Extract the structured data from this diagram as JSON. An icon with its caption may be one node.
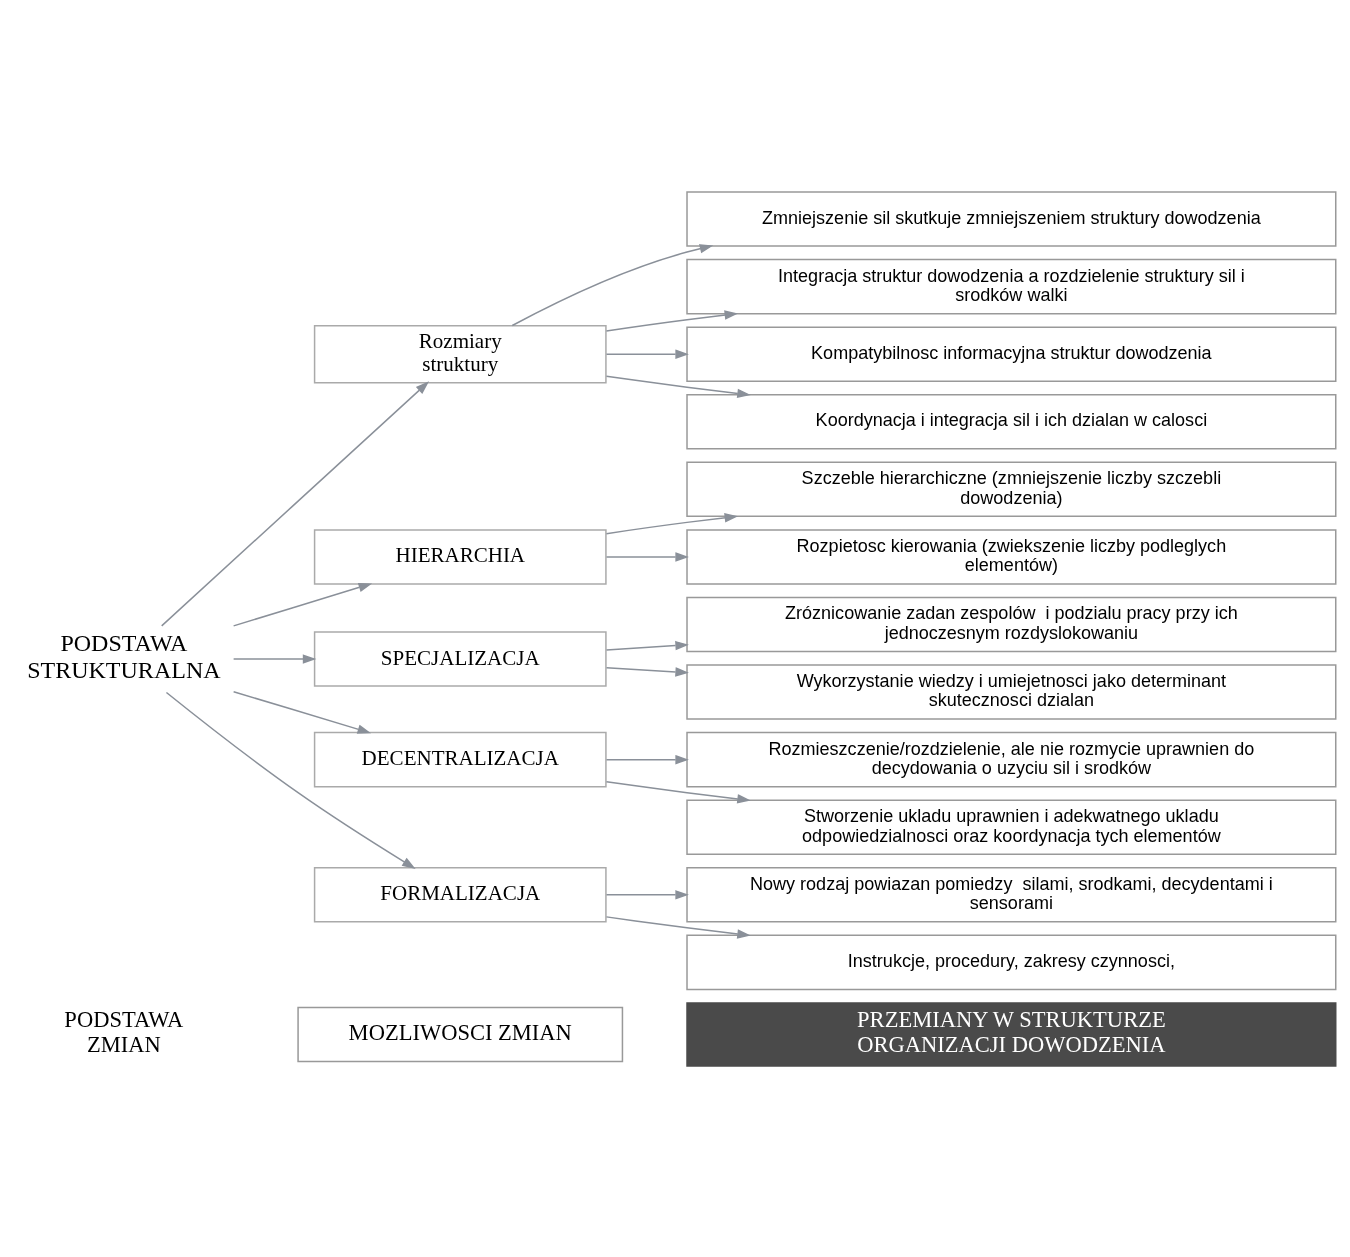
{
  "diagram": {
    "nodes": [
      {
        "text": [
          "MOZLIWOSCI ZMIAN"
        ]
      },
      {
        "text": [
          "PRZEMIANY W STRUKTURZE ORGANIZACJI DOWODZENIA"
        ]
      },
      {
        "text": [
          "PODSTAWA STRUKTURALNA"
        ]
      },
      {
        "text": [
          "Rozmiary struktury"
        ]
      },
      {
        "text": [
          "Zmniejszenie sil skutkuje zmniejszeniem struktury dowodzenia"
        ]
      },
      {
        "text": [
          "Integracja struktur dowodzenia a rozdzielenie struktury sil i srodków walki"
        ]
      },
      {
        "text": [
          "Kompatybilnosc informacyjna struktur dowodzenia"
        ]
      },
      {
        "text": [
          "Koordynacja i integracja sil i ich dzialan w calosci"
        ]
      },
      {
        "text": [
          "HIERARCHIA"
        ]
      },
      {
        "text": [
          "Szczeble hierarchiczne (zmniejszenie liczby szczebli dowodzenia)"
        ]
      },
      {
        "text": [
          "Rozpietosc kierowania (zwiekszenie liczby podleglych elementów)"
        ]
      },
      {
        "text": [
          "SPECJALIZACJA"
        ]
      },
      {
        "text": [
          "Zróznicowanie zadan zespolów  i podzialu pracy przy ich jednoczesnym rozdyslokowaniu"
        ]
      },
      {
        "text": [
          "Wykorzystanie wiedzy i umiejetnosci jako determinant skutecznosci dzialan"
        ]
      },
      {
        "text": [
          "DECENTRALIZACJA"
        ]
      },
      {
        "text": [
          "Rozmieszczenie/rozdzielenie, ale nie rozmycie uprawnien do decydowania o uzyciu sil i srodków"
        ]
      },
      {
        "text": [
          "Stworzenie ukladu uprawnien i adekwatnego ukladu odpowiedzialnosci oraz koordynacja tych elementów"
        ]
      },
      {
        "text": [
          "FORMALIZACJA"
        ]
      },
      {
        "text": [
          "Nowy rodzaj powiazan pomiedzy  silami, srodkami, decydentami i sensorami"
        ]
      },
      {
        "text": [
          "Instrukcje, procedury, zakresy czynnosci,"
        ]
      }
    ],
    "edges": [
      {
        "from": 2,
        "to": 3,
        "arrow": "to"
      },
      {
        "from": 2,
        "to": 8,
        "arrow": "to"
      },
      {
        "from": 2,
        "to": 11,
        "arrow": "to"
      },
      {
        "from": 2,
        "to": 14,
        "arrow": "to"
      },
      {
        "from": 2,
        "to": 17,
        "arrow": "to"
      },
      {
        "from": 3,
        "to": 4,
        "arrow": "to"
      },
      {
        "from": 3,
        "to": 5,
        "arrow": "to"
      },
      {
        "from": 3,
        "to": 6,
        "arrow": "to"
      },
      {
        "from": 3,
        "to": 7,
        "arrow": "to"
      },
      {
        "from": 8,
        "to": 9,
        "arrow": "to"
      },
      {
        "from": 8,
        "to": 10,
        "arrow": "to"
      },
      {
        "from": 11,
        "to": 12,
        "arrow": "to"
      },
      {
        "from": 11,
        "to": 13,
        "arrow": "to"
      },
      {
        "from": 14,
        "to": 15,
        "arrow": "to"
      },
      {
        "from": 14,
        "to": 16,
        "arrow": "to"
      },
      {
        "from": 17,
        "to": 18,
        "arrow": "to"
      },
      {
        "from": 17,
        "to": 19,
        "arrow": "to"
      }
    ],
    "labels": [
      "PODSTAWA ZMIAN"
    ]
  }
}
